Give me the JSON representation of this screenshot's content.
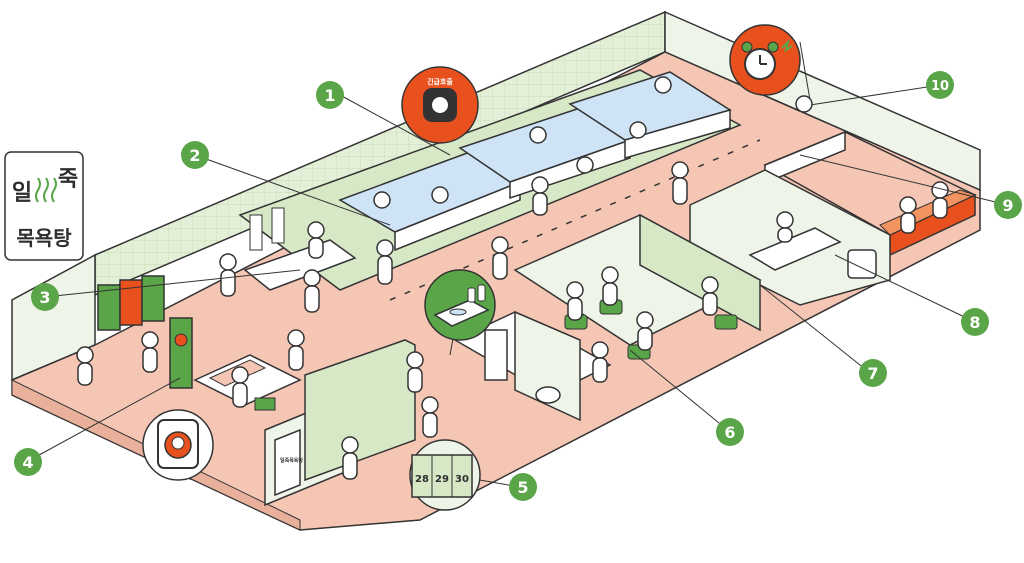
{
  "sign": {
    "line1": "일",
    "line2": "죽",
    "line3": "목욕탕",
    "line4": ""
  },
  "callouts": [
    {
      "id": "1",
      "label": "1"
    },
    {
      "id": "2",
      "label": "2"
    },
    {
      "id": "3",
      "label": "3"
    },
    {
      "id": "4",
      "label": "4"
    },
    {
      "id": "5",
      "label": "5"
    },
    {
      "id": "6",
      "label": "6"
    },
    {
      "id": "7",
      "label": "7"
    },
    {
      "id": "8",
      "label": "8"
    },
    {
      "id": "9",
      "label": "9"
    },
    {
      "id": "10",
      "label": "10"
    }
  ],
  "emergency_button": {
    "text": "긴급호출"
  },
  "lockers": {
    "numbers": [
      "28",
      "29",
      "30"
    ]
  },
  "door_sign": {
    "text": "일죽목욕탕"
  },
  "colors": {
    "green": "#5aa548",
    "orange": "#e8501e",
    "floor": "#f6c6b5",
    "wall": "#e6f0dc",
    "tile": "#dbe9cf",
    "water": "#cfe3f7",
    "outline": "#333333"
  },
  "icons": [
    "emergency-call-button-icon",
    "alarm-clock-icon",
    "face-id-scanner-icon",
    "locker-icon",
    "sink-icon"
  ]
}
